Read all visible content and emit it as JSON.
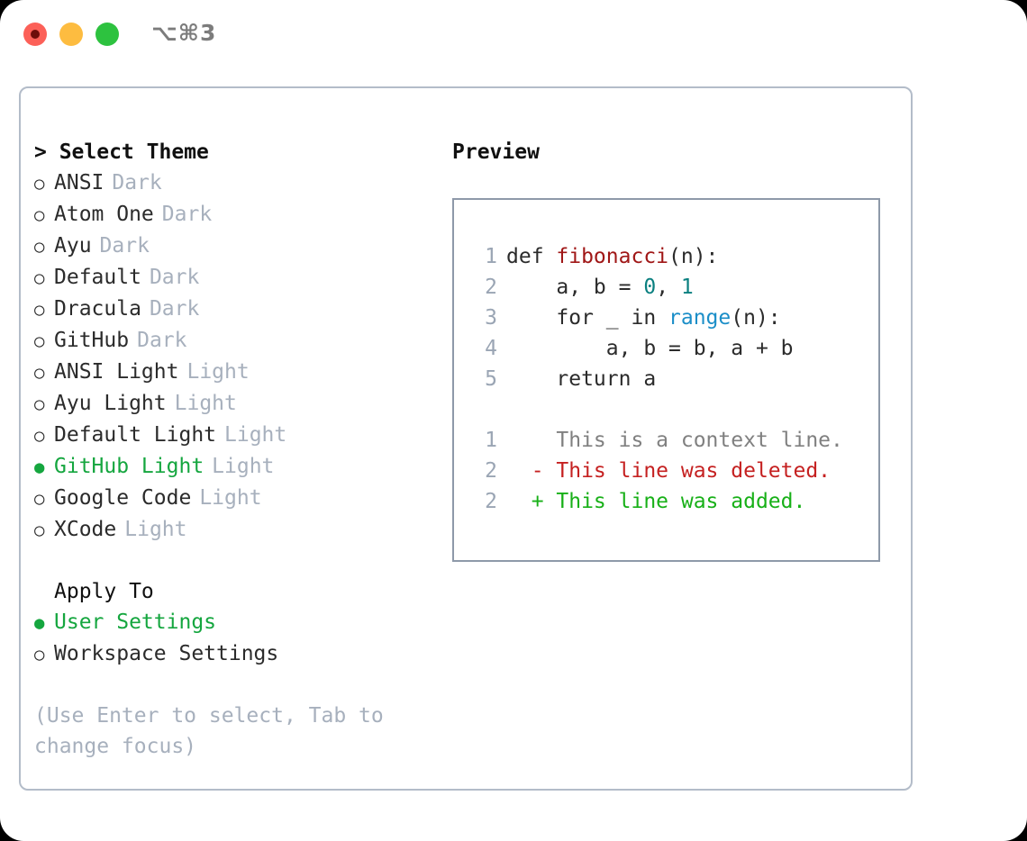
{
  "window": {
    "traffic_lights": [
      "close-red",
      "minimize-yellow",
      "maximize-green"
    ],
    "shortcut_label": "⌥⌘3",
    "accent_green": "#15a63f",
    "muted_gray": "#a7b0bd",
    "border_color": "#b3bcc9"
  },
  "theme_picker": {
    "header": "> Select Theme",
    "selected_bullet": "●",
    "unselected_bullet": "○",
    "items": [
      {
        "name": "ANSI",
        "tag": "Dark",
        "selected": false
      },
      {
        "name": "Atom One",
        "tag": "Dark",
        "selected": false
      },
      {
        "name": "Ayu",
        "tag": "Dark",
        "selected": false
      },
      {
        "name": "Default",
        "tag": "Dark",
        "selected": false
      },
      {
        "name": "Dracula",
        "tag": "Dark",
        "selected": false
      },
      {
        "name": "GitHub",
        "tag": "Dark",
        "selected": false
      },
      {
        "name": "ANSI Light",
        "tag": "Light",
        "selected": false
      },
      {
        "name": "Ayu Light",
        "tag": "Light",
        "selected": false
      },
      {
        "name": "Default Light",
        "tag": "Light",
        "selected": false
      },
      {
        "name": "GitHub Light",
        "tag": "Light",
        "selected": true
      },
      {
        "name": "Google Code",
        "tag": "Light",
        "selected": false
      },
      {
        "name": "XCode",
        "tag": "Light",
        "selected": false
      }
    ]
  },
  "apply_to": {
    "header": "Apply To",
    "items": [
      {
        "name": "User Settings",
        "selected": true
      },
      {
        "name": "Workspace Settings",
        "selected": false
      }
    ]
  },
  "hint": {
    "text": "(Use Enter to select, Tab to change focus)"
  },
  "preview": {
    "header": "Preview",
    "code_lines": [
      {
        "number": "1",
        "tokens": [
          {
            "text": "def ",
            "type": "plain"
          },
          {
            "text": "fibonacci",
            "type": "fn"
          },
          {
            "text": "(n):",
            "type": "plain"
          }
        ]
      },
      {
        "number": "2",
        "tokens": [
          {
            "text": "    a, b = ",
            "type": "plain"
          },
          {
            "text": "0",
            "type": "num"
          },
          {
            "text": ", ",
            "type": "plain"
          },
          {
            "text": "1",
            "type": "num"
          }
        ]
      },
      {
        "number": "3",
        "tokens": [
          {
            "text": "    for _ in ",
            "type": "plain"
          },
          {
            "text": "range",
            "type": "call"
          },
          {
            "text": "(n):",
            "type": "plain"
          }
        ]
      },
      {
        "number": "4",
        "tokens": [
          {
            "text": "        a, b = b, a + b",
            "type": "plain"
          }
        ]
      },
      {
        "number": "5",
        "tokens": [
          {
            "text": "    return a",
            "type": "plain"
          }
        ]
      }
    ],
    "diff_lines": [
      {
        "number": "1",
        "marker": " ",
        "text": " This is a context line.",
        "kind": "ctx"
      },
      {
        "number": "2",
        "marker": "-",
        "text": " This line was deleted.",
        "kind": "del"
      },
      {
        "number": "2",
        "marker": "+",
        "text": " This line was added.",
        "kind": "add"
      }
    ]
  }
}
